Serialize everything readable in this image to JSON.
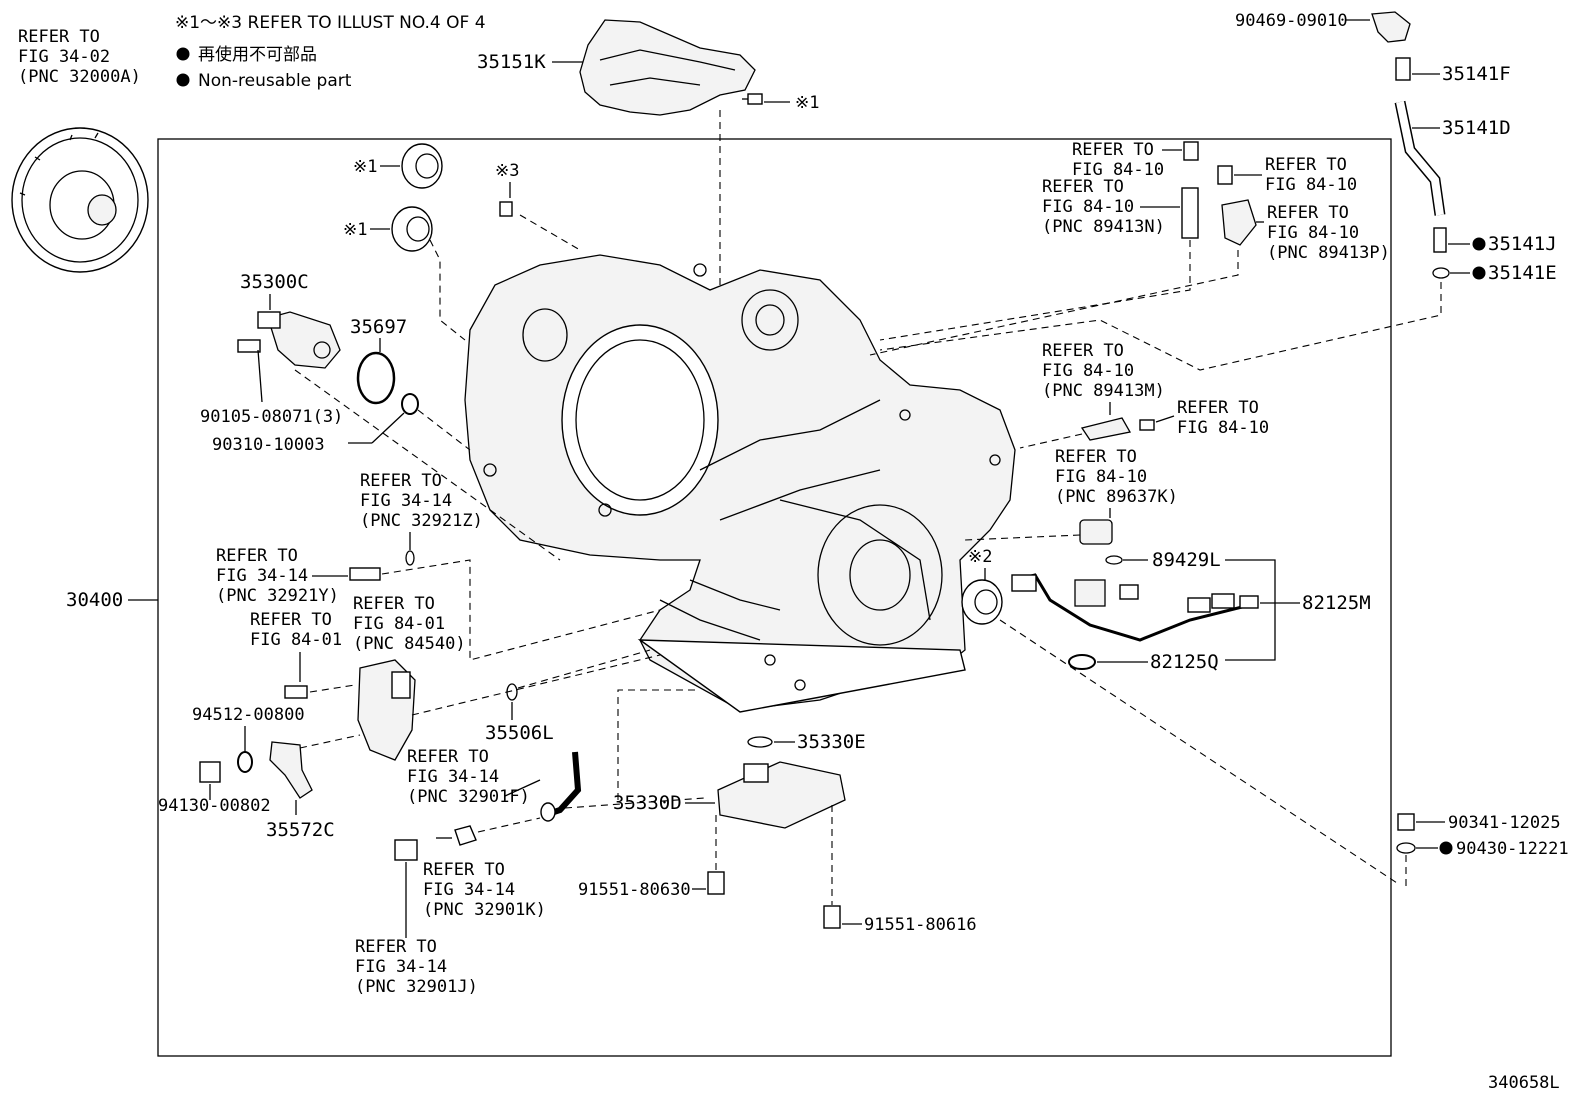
{
  "notes": {
    "refer_illust": "※1～※3 REFER TO ILLUST NO.4 OF 4",
    "jp_nonreusable": "再使用不可部品",
    "en_nonreusable": "Non-reusable part"
  },
  "diagram_id": "340658L",
  "labels": {
    "torque_conv_ref": [
      "REFER TO",
      "FIG 34-02",
      "(PNC 32000A)"
    ],
    "p35151K": "35151K",
    "p90469": "90469-09010",
    "p35141F": "35141F",
    "p35141D": "35141D",
    "p35141J": "35141J",
    "p35141E": "35141E",
    "mark1_bolt": "※1",
    "mark1_seal_a": "※1",
    "mark1_seal_b": "※1",
    "mark3": "※3",
    "mark2": "※2",
    "p35300C": "35300C",
    "p35697": "35697",
    "p90105": "90105-08071(3)",
    "p90310": "90310-10003",
    "p30400": "30400",
    "ref_89413N_bolt": [
      "REFER TO",
      "FIG 84-10"
    ],
    "ref_89413N": [
      "REFER TO",
      "FIG 84-10",
      "(PNC 89413N)"
    ],
    "ref_89413P_bolt": [
      "REFER TO",
      "FIG 84-10"
    ],
    "ref_89413P": [
      "REFER TO",
      "FIG 84-10",
      "(PNC 89413P)"
    ],
    "ref_89413M": [
      "REFER TO",
      "FIG 84-10",
      "(PNC 89413M)"
    ],
    "ref_89413M_bolt": [
      "REFER TO",
      "FIG 84-10"
    ],
    "ref_89637K": [
      "REFER TO",
      "FIG 84-10",
      "(PNC 89637K)"
    ],
    "p89429L": "89429L",
    "p82125M": "82125M",
    "p82125Q": "82125Q",
    "ref_32921Z": [
      "REFER TO",
      "FIG 34-14",
      "(PNC 32921Z)"
    ],
    "ref_32921Y": [
      "REFER TO",
      "FIG 34-14",
      "(PNC 32921Y)"
    ],
    "ref_84540": [
      "REFER TO",
      "FIG 84-01",
      "(PNC 84540)"
    ],
    "ref_84-01_bolt": [
      "REFER TO",
      "FIG 84-01"
    ],
    "p94512": "94512-00800",
    "p94130": "94130-00802",
    "p35572C": "35572C",
    "p35506L": "35506L",
    "ref_32901F": [
      "REFER TO",
      "FIG 34-14",
      "(PNC 32901F)"
    ],
    "p35330E": "35330E",
    "p35330D": "35330D",
    "ref_32901K": [
      "REFER TO",
      "FIG 34-14",
      "(PNC 32901K)"
    ],
    "ref_32901J": [
      "REFER TO",
      "FIG 34-14",
      "(PNC 32901J)"
    ],
    "p91551_630": "91551-80630",
    "p91551_616": "91551-80616",
    "p90341": "90341-12025",
    "p90430": "90430-12221"
  }
}
